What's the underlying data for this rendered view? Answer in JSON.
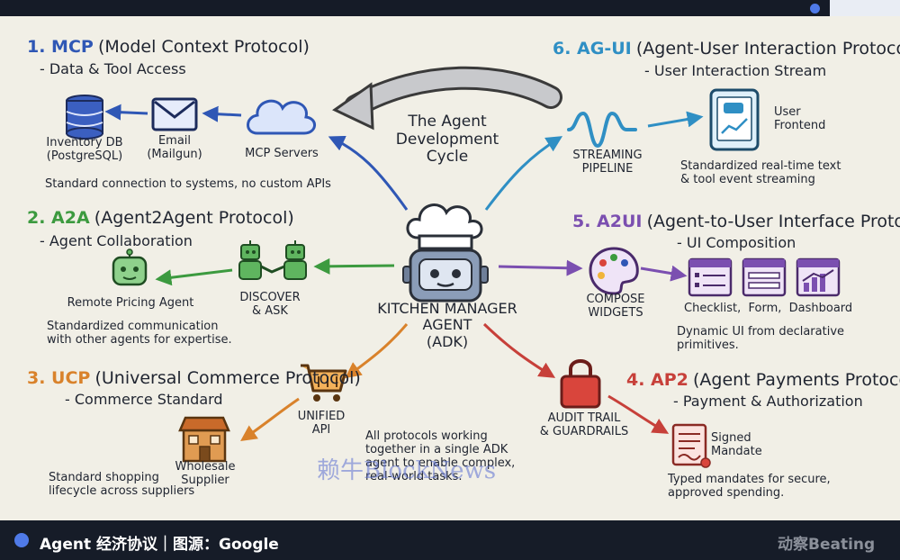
{
  "colors": {
    "mcp": "#2f57b5",
    "a2a": "#3c9a3f",
    "ucp": "#d9822b",
    "ap2": "#c7403a",
    "a2ui": "#7b4fb0",
    "agui": "#2f8fc4"
  },
  "cycle_label": "The Agent\nDevelopment\nCycle",
  "center": {
    "label": "KITCHEN MANAGER\nAGENT\n(ADK)",
    "icon": "chef-robot-icon"
  },
  "mcp": {
    "number": "1. MCP",
    "name": "(Model Context Protocol)",
    "subtitle": "- Data & Tool Access",
    "nodes": [
      {
        "label": "Inventory DB\n(PostgreSQL)",
        "icon": "database-icon"
      },
      {
        "label": "Email\n(Mailgun)",
        "icon": "envelope-icon"
      },
      {
        "label": "MCP Servers",
        "icon": "cloud-icon"
      }
    ],
    "description": "Standard connection to systems, no custom APIs"
  },
  "a2a": {
    "number": "2. A2A",
    "name": "(Agent2Agent Protocol)",
    "subtitle": "- Agent Collaboration",
    "nodes": [
      {
        "label": "Remote Pricing Agent",
        "icon": "robot-icon"
      },
      {
        "label": "DISCOVER\n& ASK",
        "icon": "robots-handshake-icon"
      }
    ],
    "description": "Standardized communication\nwith other agents for expertise."
  },
  "ucp": {
    "number": "3. UCP",
    "name": "(Universal Commerce Protocol)",
    "subtitle": "- Commerce Standard",
    "nodes": [
      {
        "label": "UNIFIED\nAPI",
        "icon": "shopping-cart-icon"
      },
      {
        "label": "Wholesale\nSupplier",
        "icon": "store-icon"
      }
    ],
    "description": "Standard shopping\nlifecycle across suppliers"
  },
  "ap2": {
    "number": "4. AP2",
    "name": "(Agent Payments Protocol)",
    "subtitle": "- Payment & Authorization",
    "nodes": [
      {
        "label": "AUDIT TRAIL\n& GUARDRAILS",
        "icon": "padlock-dollar-icon"
      },
      {
        "label": "Signed\nMandate",
        "icon": "scroll-icon"
      }
    ],
    "description": "Typed mandates for secure,\napproved spending."
  },
  "a2ui": {
    "number": "5. A2UI",
    "name": "(Agent-to-User Interface Protocol)",
    "subtitle": "- UI Composition",
    "nodes": [
      {
        "label": "COMPOSE\nWIDGETS",
        "icon": "palette-icon"
      },
      {
        "label": "Checklist,  Form,  Dashboard",
        "icon": "widget-cards-icon"
      }
    ],
    "description": "Dynamic UI from declarative\nprimitives."
  },
  "agui": {
    "number": "6. AG-UI",
    "name": "(Agent-User Interaction Protocol)",
    "subtitle": "- User Interaction Stream",
    "nodes": [
      {
        "label": "STREAMING\nPIPELINE",
        "icon": "waveform-icon"
      },
      {
        "label": "User\nFrontend",
        "icon": "tablet-icon"
      }
    ],
    "description": "Standardized real-time text\n& tool event streaming"
  },
  "all_protocols_text": "All protocols working\ntogether in a single ADK\nagent to enable complex,\nreal-world tasks.",
  "watermark": "赖牛BlockNews",
  "footer": {
    "caption": "Agent 经济协议｜图源：Google",
    "brand": "动察Beating"
  }
}
